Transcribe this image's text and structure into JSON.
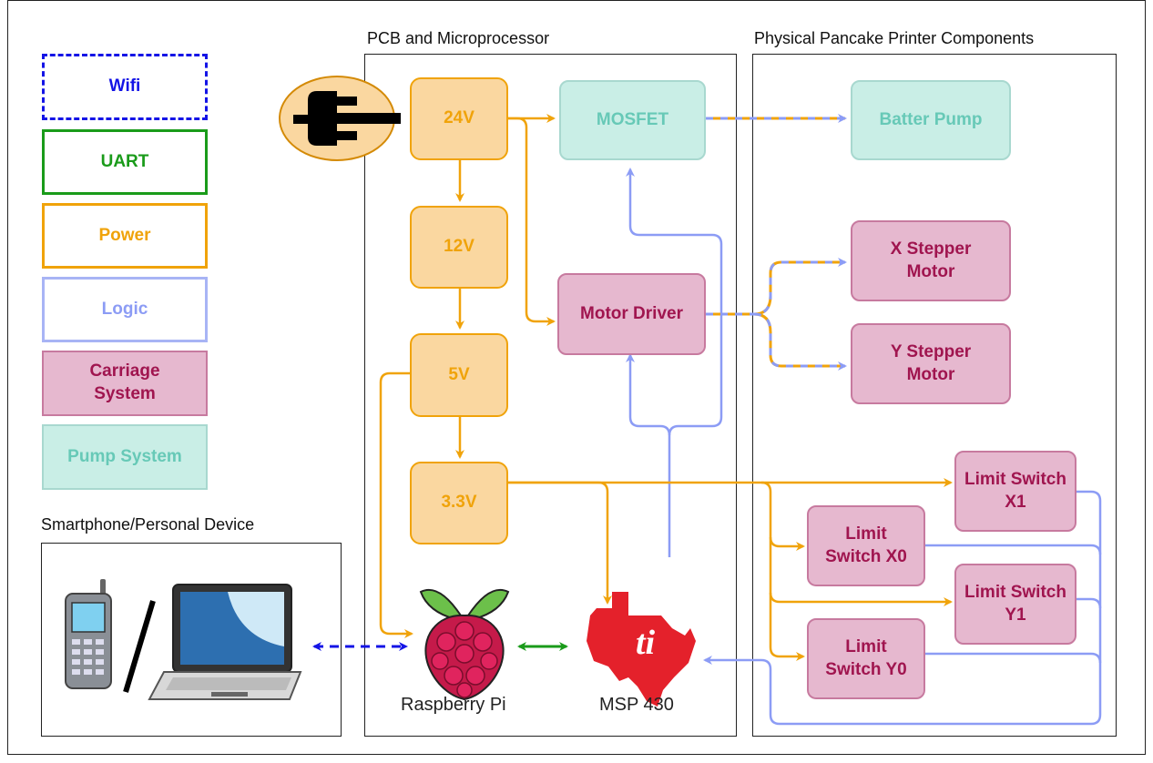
{
  "legend": {
    "wifi": "Wifi",
    "uart": "UART",
    "power": "Power",
    "logic": "Logic",
    "carriage": "Carriage System",
    "pump": "Pump System"
  },
  "regions": {
    "pcb": "PCB and Microprocessor",
    "physical": "Physical Pancake Printer Components",
    "device": "Smartphone/Personal Device"
  },
  "power": {
    "v24": "24V",
    "v12": "12V",
    "v5": "5V",
    "v33": "3.3V"
  },
  "components": {
    "mosfet": "MOSFET",
    "motor_driver": "Motor Driver",
    "batter_pump": "Batter Pump",
    "x_stepper": "X Stepper Motor",
    "y_stepper": "Y Stepper Motor",
    "limit_x1": "Limit Switch X1",
    "limit_x0": "Limit Switch X0",
    "limit_y1": "Limit Switch Y1",
    "limit_y0": "Limit Switch Y0"
  },
  "devices": {
    "raspberry_pi": "Raspberry Pi",
    "msp430": "MSP 430"
  },
  "colors": {
    "wifi": "#1414e6",
    "uart": "#1a9b1a",
    "power": "#f0a30a",
    "logic": "#8c9cf5",
    "carriage": "#e6b8cf",
    "pump": "#c9eee6"
  },
  "icons": [
    "power-plug-icon",
    "cell-phone-icon",
    "laptop-icon",
    "raspberry-pi-logo-icon",
    "texas-instruments-logo-icon"
  ]
}
